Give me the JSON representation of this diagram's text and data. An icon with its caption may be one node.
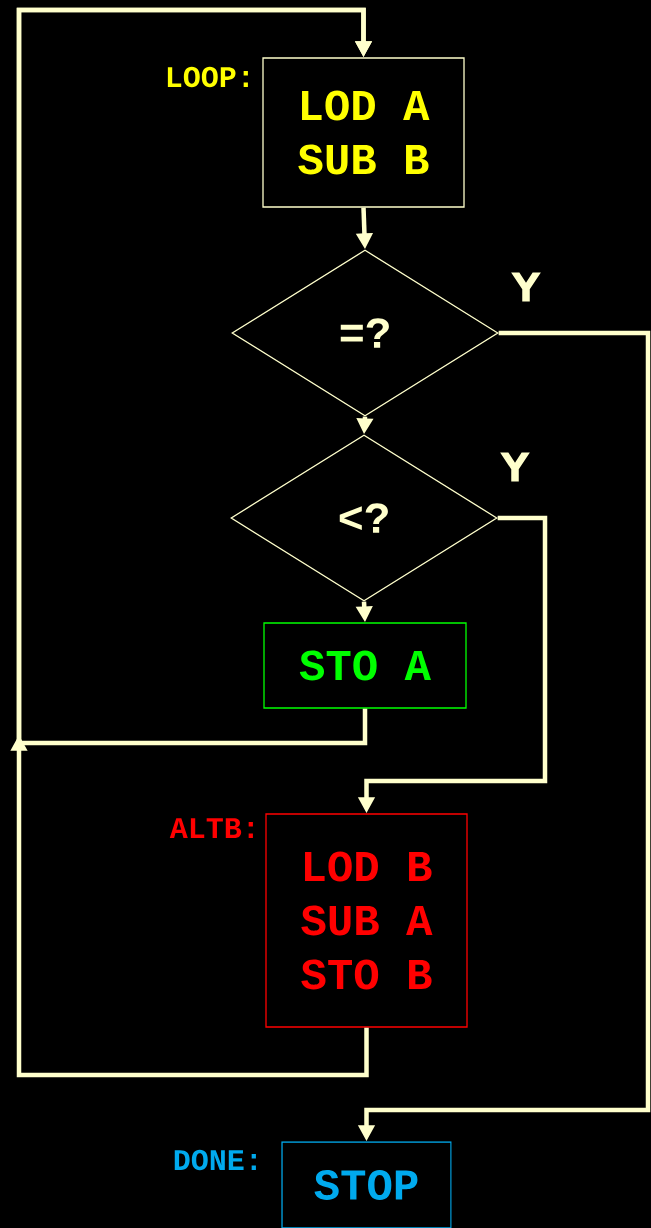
{
  "diagram": {
    "nodes": [
      {
        "text": [
          "LOD A",
          "SUB B"
        ],
        "beside": [
          "LOOP:"
        ]
      },
      {
        "text": [
          "=?"
        ]
      },
      {
        "text": [
          "<?"
        ]
      },
      {
        "text": [
          "STO A"
        ]
      },
      {
        "text": [
          "LOD B",
          "SUB A",
          "STO B"
        ],
        "beside": [
          "ALTB:"
        ]
      },
      {
        "text": [
          "STOP"
        ],
        "beside": [
          "DONE:"
        ]
      }
    ],
    "edges": [
      {
        "from": 0,
        "to": 1,
        "arrow": "to"
      },
      {
        "from": 1,
        "to": 2,
        "arrow": "to"
      },
      {
        "from": 2,
        "to": 3,
        "arrow": "to"
      },
      {
        "from": 3,
        "to": 0,
        "arrow": "to"
      },
      {
        "from": 4,
        "to": 0,
        "arrow": "to"
      },
      {
        "from": 1,
        "to": 5,
        "arrow": "to",
        "label": "Y"
      },
      {
        "from": 2,
        "to": 4,
        "arrow": "to",
        "label": "Y"
      }
    ]
  }
}
